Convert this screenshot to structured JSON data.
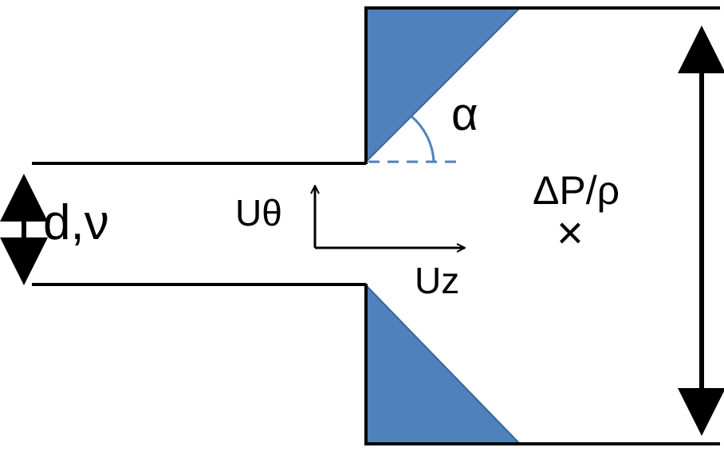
{
  "labels": {
    "diameter_viscosity": "d,ν",
    "angle": "α",
    "pressure": "ΔP/ρ",
    "pressure_marker": "×",
    "u_theta": "Uθ",
    "u_z": "Uz"
  },
  "colors": {
    "wedge_fill": "#4f81bd",
    "wedge_edge": "#3a6496",
    "angle_arc": "#4f81bd",
    "line": "#000000",
    "background": "#ffffff"
  }
}
